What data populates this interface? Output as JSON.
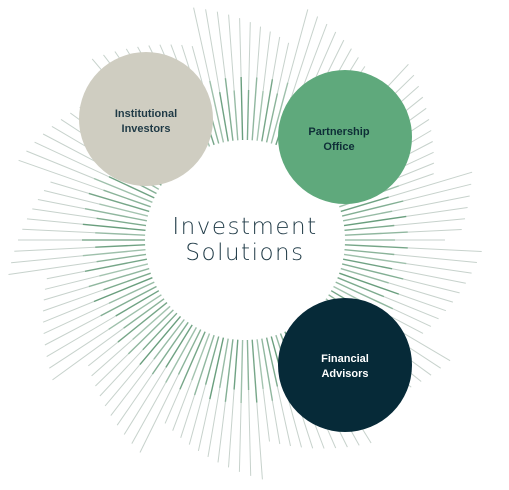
{
  "diagram": {
    "center": {
      "line1": "Investment",
      "line2": "Solutions"
    },
    "nodes": [
      {
        "id": "institutional-investors",
        "line1": "Institutional",
        "line2": "Investors",
        "fill": "#cfcdc1",
        "text_color": "#1f3a46"
      },
      {
        "id": "partnership-office",
        "line1": "Partnership",
        "line2": "Office",
        "fill": "#5fa97c",
        "text_color": "#0e2e37"
      },
      {
        "id": "financial-advisors",
        "line1": "Financial",
        "line2": "Advisors",
        "fill": "#062a38",
        "text_color": "#ffffff"
      }
    ],
    "colors": {
      "ray_outer": "#c7d2cc",
      "ray_inner": "#5a9470",
      "center_text": "#1f3a46"
    }
  }
}
